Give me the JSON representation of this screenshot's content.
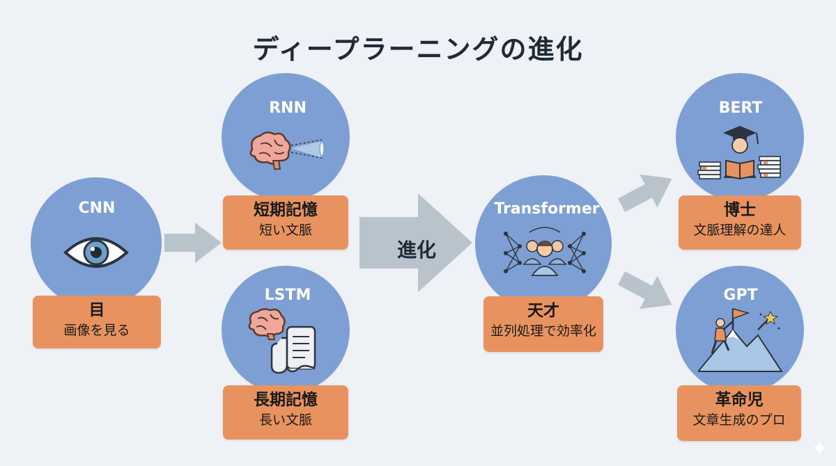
{
  "title": "ディープラーニングの進化",
  "arrow_label": "進化",
  "nodes": {
    "cnn": {
      "name": "CNN",
      "line1": "目",
      "line2": "画像を見る"
    },
    "rnn": {
      "name": "RNN",
      "line1": "短期記憶",
      "line2": "短い文脈"
    },
    "lstm": {
      "name": "LSTM",
      "line1": "長期記憶",
      "line2": "長い文脈"
    },
    "transformer": {
      "name": "Transformer",
      "line1": "天才",
      "line2": "並列処理で効率化"
    },
    "bert": {
      "name": "BERT",
      "line1": "博士",
      "line2": "文脈理解の達人"
    },
    "gpt": {
      "name": "GPT",
      "line1": "革命児",
      "line2": "文章生成のプロ"
    }
  },
  "colors": {
    "background": "#eef1f5",
    "circle": "#7e9fd3",
    "label_box": "#e8935f",
    "arrow": "#b9c3cc",
    "brain": "#f0a79a"
  },
  "icons": {
    "cnn": "eye-icon",
    "rnn": "brain-icon",
    "lstm": "brain-scroll-icon",
    "transformer": "network-people-icon",
    "bert": "scholar-books-icon",
    "gpt": "mountain-flag-icon"
  }
}
